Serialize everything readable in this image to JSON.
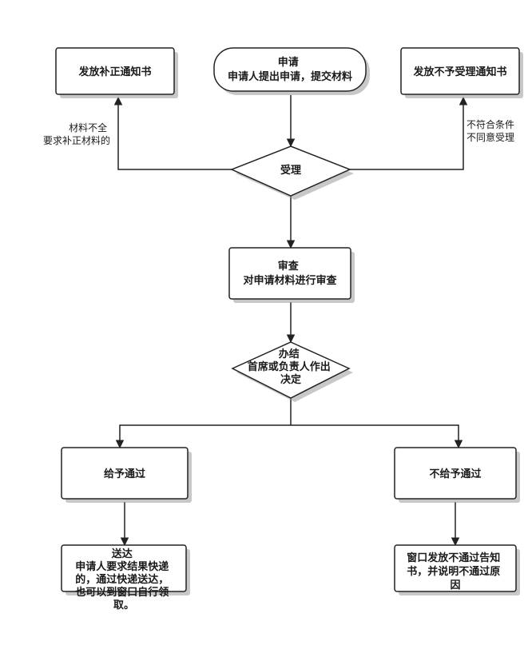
{
  "nodes": {
    "apply": {
      "lines": [
        "申请",
        "申请人提出申请，提交材料"
      ]
    },
    "correct_notice": {
      "lines": [
        "发放补正通知书"
      ]
    },
    "reject_notice": {
      "lines": [
        "发放不予受理通知书"
      ]
    },
    "accept": {
      "lines": [
        "受理"
      ]
    },
    "review": {
      "lines": [
        "审查",
        "对申请材料进行审查"
      ]
    },
    "decide": {
      "lines": [
        "办结",
        "首席或负责人作出",
        "决定"
      ]
    },
    "approve": {
      "lines": [
        "给予通过"
      ]
    },
    "deny": {
      "lines": [
        "不给予通过"
      ]
    },
    "deliver": {
      "lines": [
        "送达",
        "申请人要求结果快递",
        "的，通过快递送达，",
        "也可以到窗口自行领",
        "取。"
      ]
    },
    "deny_notice": {
      "lines": [
        "窗口发放不通过告知",
        "书，并说明不通过原",
        "因"
      ]
    }
  },
  "edge_labels": {
    "incomplete": {
      "lines": [
        "材料不全",
        "要求补正材料的"
      ]
    },
    "not_eligible": {
      "lines": [
        "不符合条件",
        "不同意受理"
      ]
    }
  }
}
